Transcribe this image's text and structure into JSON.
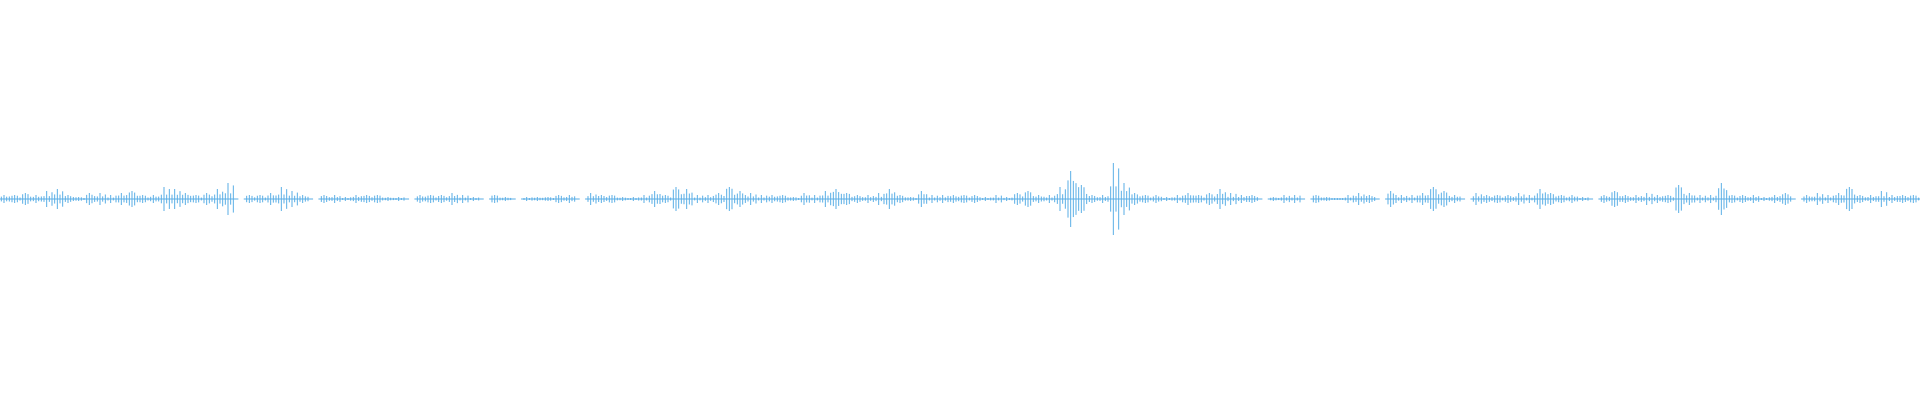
{
  "waveform": {
    "color": "#5aaee6",
    "background": "#ffffff",
    "amplitude_fraction": [
      0.02,
      0.02,
      0.03,
      0.02,
      0.04,
      0.05,
      0.02,
      0.01,
      0.03,
      0.03,
      0.02,
      0.03,
      0.04,
      0.02,
      0.02,
      0.06,
      0.05,
      0.03,
      0.02,
      0.03,
      0.05,
      0.08,
      0.02,
      0.02,
      0.02,
      0.03,
      0.06,
      0.04,
      0.02,
      0.02,
      0.02,
      0.02,
      0.01,
      0.02,
      0.02,
      0.02,
      0.01,
      0.01,
      0.0,
      0.02,
      0.02,
      0.02,
      0.03,
      0.02,
      0.01,
      0.0,
      0.02,
      0.01,
      0.03,
      0.01,
      0.01,
      0.01,
      0.02,
      0.02,
      0.02,
      0.03,
      0.02,
      0.02,
      0.01,
      0.01,
      0.02,
      0.04,
      0.02,
      0.06,
      0.05,
      0.02,
      0.02,
      0.03,
      0.06,
      0.04,
      0.03,
      0.02,
      0.02,
      0.02,
      0.01,
      0.03,
      0.02,
      0.04,
      0.05,
      0.03,
      0.02,
      0.02,
      0.03,
      0.05,
      0.02,
      0.01,
      0.04,
      0.02,
      0.02,
      0.02,
      0.02,
      0.02,
      0.01,
      0.02,
      0.01,
      0.03,
      0.04,
      0.02,
      0.02,
      0.06,
      0.14,
      0.07,
      0.02,
      0.02,
      0.18,
      0.08,
      0.03,
      0.02,
      0.02,
      0.01,
      0.02,
      0.03,
      0.02,
      0.03,
      0.05,
      0.03,
      0.02,
      0.02,
      0.02,
      0.01,
      0.02,
      0.02,
      0.01,
      0.02,
      0.01,
      0.0,
      0.02,
      0.03,
      0.02,
      0.01,
      0.04,
      0.02,
      0.02,
      0.03,
      0.06,
      0.04,
      0.02,
      0.02,
      0.03,
      0.02,
      0.02,
      0.02,
      0.03,
      0.02,
      0.05,
      0.03,
      0.02,
      0.02,
      0.01,
      0.02,
      0.02,
      0.04,
      0.02,
      0.02,
      0.03,
      0.02,
      0.02,
      0.07,
      0.03,
      0.02,
      0.02,
      0.08,
      0.02,
      0.02,
      0.02,
      0.01,
      0.02,
      0.03,
      0.02,
      0.02,
      0.03,
      0.02,
      0.03,
      0.06,
      0.02,
      0.02,
      0.04,
      0.02,
      0.02,
      0.02
    ],
    "mask": [
      1,
      1,
      1,
      1,
      1,
      1,
      1,
      1,
      1,
      1,
      1,
      1,
      1,
      1,
      1,
      1,
      1,
      1,
      1,
      1,
      1,
      1,
      0,
      1,
      1,
      1,
      1,
      1,
      1,
      0,
      1,
      1,
      1,
      1,
      1,
      1,
      1,
      1,
      0,
      1,
      1,
      1,
      1,
      1,
      1,
      0,
      1,
      1,
      0,
      1,
      1,
      1,
      1,
      1,
      0,
      1,
      1,
      1,
      1,
      1,
      1,
      1,
      1,
      1,
      1,
      1,
      1,
      1,
      1,
      1,
      1,
      1,
      1,
      1,
      1,
      1,
      1,
      1,
      1,
      1,
      1,
      1,
      1,
      1,
      1,
      1,
      1,
      1,
      1,
      1,
      1,
      1,
      1,
      1,
      1,
      1,
      1,
      1,
      1,
      1,
      1,
      1,
      1,
      1,
      1,
      1,
      1,
      1,
      1,
      1,
      1,
      1,
      1,
      1,
      1,
      1,
      1,
      1,
      0,
      1,
      1,
      1,
      0,
      1,
      1,
      1,
      1,
      1,
      1,
      0,
      1,
      1,
      1,
      1,
      1,
      1,
      1,
      0,
      1,
      1,
      1,
      1,
      1,
      1,
      1,
      1,
      1,
      1,
      1,
      0,
      1,
      1,
      1,
      1,
      1,
      1,
      1,
      1,
      1,
      1,
      1,
      1,
      1,
      1,
      1,
      1,
      1,
      1,
      0,
      1,
      1,
      1,
      1,
      1,
      1,
      1,
      1,
      1,
      1,
      1
    ]
  }
}
